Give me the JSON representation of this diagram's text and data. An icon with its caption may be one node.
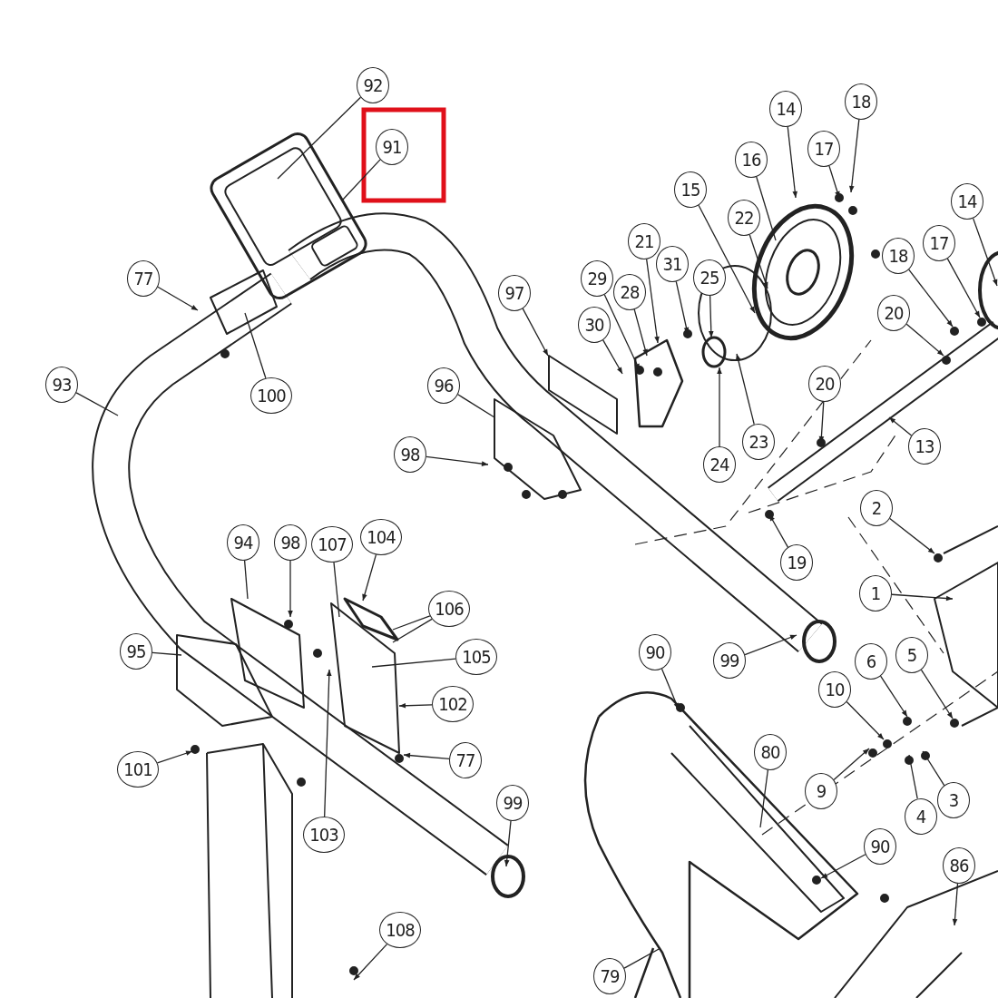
{
  "diagram": {
    "nodes": [
      {
        "text": [
          "92"
        ]
      },
      {
        "text": [
          "91"
        ]
      },
      {
        "text": [
          "14"
        ]
      },
      {
        "text": [
          "18"
        ]
      },
      {
        "text": [
          "17"
        ]
      },
      {
        "text": [
          "16"
        ]
      },
      {
        "text": [
          "15"
        ]
      },
      {
        "text": [
          "22"
        ]
      },
      {
        "text": [
          "14"
        ]
      },
      {
        "text": [
          "18"
        ]
      },
      {
        "text": [
          "17"
        ]
      },
      {
        "text": [
          "21"
        ]
      },
      {
        "text": [
          "31"
        ]
      },
      {
        "text": [
          "25"
        ]
      },
      {
        "text": [
          "29"
        ]
      },
      {
        "text": [
          "28"
        ]
      },
      {
        "text": [
          "20"
        ]
      },
      {
        "text": [
          "30"
        ]
      },
      {
        "text": [
          "97"
        ]
      },
      {
        "text": [
          "77"
        ]
      },
      {
        "text": [
          "93"
        ]
      },
      {
        "text": [
          "100"
        ]
      },
      {
        "text": [
          "96"
        ]
      },
      {
        "text": [
          "20"
        ]
      },
      {
        "text": [
          "23"
        ]
      },
      {
        "text": [
          "24"
        ]
      },
      {
        "text": [
          "13"
        ]
      },
      {
        "text": [
          "98"
        ]
      },
      {
        "text": [
          "2"
        ]
      },
      {
        "text": [
          "19"
        ]
      },
      {
        "text": [
          "94"
        ]
      },
      {
        "text": [
          "98"
        ]
      },
      {
        "text": [
          "107"
        ]
      },
      {
        "text": [
          "104"
        ]
      },
      {
        "text": [
          "106"
        ]
      },
      {
        "text": [
          "1"
        ]
      },
      {
        "text": [
          "105"
        ]
      },
      {
        "text": [
          "90"
        ]
      },
      {
        "text": [
          "99"
        ]
      },
      {
        "text": [
          "5"
        ]
      },
      {
        "text": [
          "6"
        ]
      },
      {
        "text": [
          "10"
        ]
      },
      {
        "text": [
          "95"
        ]
      },
      {
        "text": [
          "102"
        ]
      },
      {
        "text": [
          "77"
        ]
      },
      {
        "text": [
          "101"
        ]
      },
      {
        "text": [
          "80"
        ]
      },
      {
        "text": [
          "9"
        ]
      },
      {
        "text": [
          "3"
        ]
      },
      {
        "text": [
          "4"
        ]
      },
      {
        "text": [
          "99"
        ]
      },
      {
        "text": [
          "103"
        ]
      },
      {
        "text": [
          "90"
        ]
      },
      {
        "text": [
          "86"
        ]
      },
      {
        "text": [
          "108"
        ]
      },
      {
        "text": [
          "79"
        ]
      }
    ],
    "edges": [
      {
        "from": 0,
        "to": null,
        "arrow": "none"
      },
      {
        "from": 1,
        "to": null,
        "arrow": "none"
      },
      {
        "from": 2,
        "to": null,
        "arrow": "to"
      },
      {
        "from": 3,
        "to": null,
        "arrow": "to"
      },
      {
        "from": 4,
        "to": null,
        "arrow": "to"
      },
      {
        "from": 5,
        "to": null,
        "arrow": "none"
      },
      {
        "from": 6,
        "to": null,
        "arrow": "to"
      },
      {
        "from": 7,
        "to": null,
        "arrow": "to"
      },
      {
        "from": 8,
        "to": null,
        "arrow": "to"
      },
      {
        "from": 9,
        "to": null,
        "arrow": "to"
      },
      {
        "from": 10,
        "to": null,
        "arrow": "to"
      },
      {
        "from": 11,
        "to": null,
        "arrow": "to"
      },
      {
        "from": 12,
        "to": null,
        "arrow": "to"
      },
      {
        "from": 13,
        "to": null,
        "arrow": "to"
      },
      {
        "from": 14,
        "to": null,
        "arrow": "to"
      },
      {
        "from": 15,
        "to": null,
        "arrow": "to"
      },
      {
        "from": 16,
        "to": null,
        "arrow": "to"
      },
      {
        "from": 17,
        "to": null,
        "arrow": "to"
      },
      {
        "from": 18,
        "to": null,
        "arrow": "to"
      },
      {
        "from": 19,
        "to": null,
        "arrow": "to"
      },
      {
        "from": 20,
        "to": null,
        "arrow": "none"
      },
      {
        "from": 21,
        "to": null,
        "arrow": "none"
      },
      {
        "from": 22,
        "to": null,
        "arrow": "none"
      },
      {
        "from": 23,
        "to": null,
        "arrow": "to"
      },
      {
        "from": 24,
        "to": null,
        "arrow": "to"
      },
      {
        "from": 25,
        "to": null,
        "arrow": "to"
      },
      {
        "from": 26,
        "to": null,
        "arrow": "to"
      },
      {
        "from": 27,
        "to": null,
        "arrow": "to"
      },
      {
        "from": 28,
        "to": null,
        "arrow": "to"
      },
      {
        "from": 29,
        "to": null,
        "arrow": "to"
      },
      {
        "from": 30,
        "to": null,
        "arrow": "none"
      },
      {
        "from": 31,
        "to": null,
        "arrow": "to"
      },
      {
        "from": 32,
        "to": null,
        "arrow": "none"
      },
      {
        "from": 33,
        "to": null,
        "arrow": "to"
      },
      {
        "from": 34,
        "to": null,
        "arrow": "none"
      },
      {
        "from": 34,
        "to": null,
        "arrow": "none"
      },
      {
        "from": 35,
        "to": null,
        "arrow": "to"
      },
      {
        "from": 36,
        "to": null,
        "arrow": "none"
      },
      {
        "from": 37,
        "to": null,
        "arrow": "to"
      },
      {
        "from": 38,
        "to": null,
        "arrow": "to"
      },
      {
        "from": 39,
        "to": null,
        "arrow": "to"
      },
      {
        "from": 40,
        "to": null,
        "arrow": "to"
      },
      {
        "from": 41,
        "to": null,
        "arrow": "to"
      },
      {
        "from": 42,
        "to": null,
        "arrow": "none"
      },
      {
        "from": 43,
        "to": null,
        "arrow": "to"
      },
      {
        "from": 44,
        "to": null,
        "arrow": "to"
      },
      {
        "from": 45,
        "to": null,
        "arrow": "to"
      },
      {
        "from": 46,
        "to": null,
        "arrow": "none"
      },
      {
        "from": 47,
        "to": null,
        "arrow": "to"
      },
      {
        "from": 48,
        "to": null,
        "arrow": "to"
      },
      {
        "from": 49,
        "to": null,
        "arrow": "to"
      },
      {
        "from": 50,
        "to": null,
        "arrow": "to"
      },
      {
        "from": 51,
        "to": null,
        "arrow": "to"
      },
      {
        "from": 52,
        "to": null,
        "arrow": "to"
      },
      {
        "from": 53,
        "to": null,
        "arrow": "to"
      },
      {
        "from": 54,
        "to": null,
        "arrow": "to"
      },
      {
        "from": 55,
        "to": null,
        "arrow": "none"
      }
    ]
  }
}
